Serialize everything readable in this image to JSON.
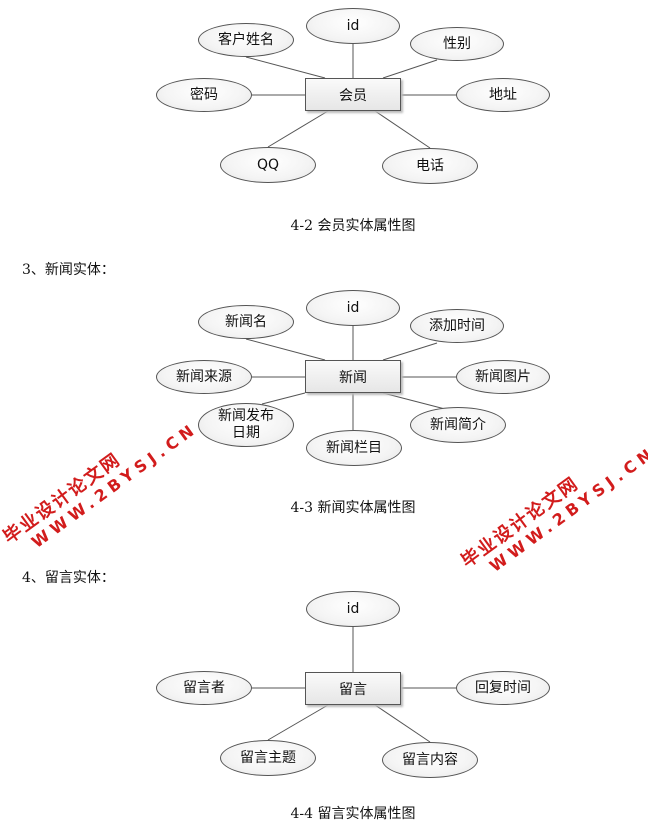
{
  "diagram1": {
    "entity": "会员",
    "attributes": [
      "id",
      "客户姓名",
      "性别",
      "密码",
      "地址",
      "QQ",
      "电话"
    ],
    "caption": "4-2 会员实体属性图"
  },
  "section3": "3、新闻实体：",
  "diagram2": {
    "entity": "新闻",
    "attributes": [
      "id",
      "新闻名",
      "添加时间",
      "新闻来源",
      "新闻图片",
      "新闻发布日期",
      "新闻栏目",
      "新闻简介"
    ],
    "caption": "4-3 新闻实体属性图"
  },
  "section4": "4、留言实体：",
  "diagram3": {
    "entity": "留言",
    "attributes": [
      "id",
      "留言者",
      "回复时间",
      "留言主题",
      "留言内容"
    ],
    "caption": "4-4 留言实体属性图"
  },
  "watermark": {
    "line1": "毕业设计论文网",
    "line2": "WWW.2BYSJ.CN",
    "color": "#d21c1c"
  }
}
